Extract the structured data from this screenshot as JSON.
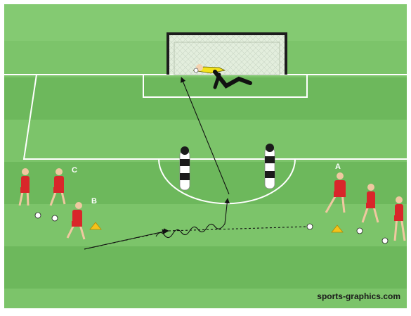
{
  "diagram": {
    "labels": {
      "group_a": "A",
      "group_b": "B",
      "group_c": "C"
    },
    "watermark": "sports-graphics.com",
    "colors": {
      "grass_light": "#7cc46a",
      "grass_dark": "#6db85c",
      "lines": "#ffffff",
      "player_kit": "#d9262a",
      "goalkeeper_kit": "#f3e21c",
      "cone": "#f4c21a",
      "mannequin_black": "#1b1b1b"
    },
    "elements": [
      "goal",
      "goalkeeper",
      "penalty-area",
      "goal-area",
      "two-mannequins",
      "cones",
      "balls",
      "players"
    ]
  }
}
